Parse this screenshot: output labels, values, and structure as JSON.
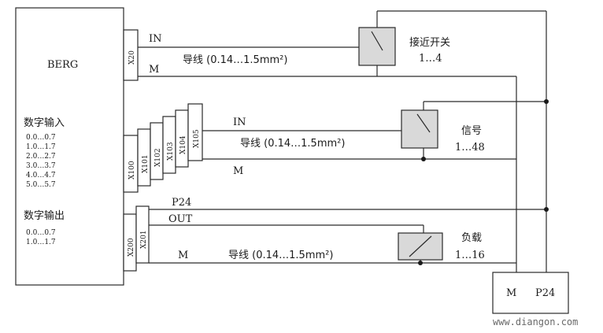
{
  "controller": {
    "name": "BERG",
    "digital_input_title": "数字输入",
    "digital_input_ranges": [
      "0.0…0.7",
      "1.0…1.7",
      "2.0…2.7",
      "3.0…3.7",
      "4.0…4.7",
      "5.0…5.7"
    ],
    "digital_output_title": "数字输出",
    "digital_output_ranges": [
      "0.0…0.7",
      "1.0…1.7"
    ]
  },
  "connectors": {
    "x20": "X20",
    "input_group": [
      "X100",
      "X101",
      "X102",
      "X103",
      "X104",
      "X105"
    ],
    "output_group": [
      "X200",
      "X201"
    ]
  },
  "wires": {
    "in_1": "IN",
    "m_1": "M",
    "wire_spec_1": "导线 (0.14…1.5mm²)",
    "in_2": "IN",
    "wire_spec_2": "导线 (0.14…1.5mm²)",
    "m_2": "M",
    "p24": "P24",
    "out": "OUT",
    "m_3": "M",
    "wire_spec_3": "导线 (0.14…1.5mm²)"
  },
  "devices": {
    "proximity_switch": {
      "label": "接近开关",
      "range": "1…4"
    },
    "signal": {
      "label": "信号",
      "range": "1…48"
    },
    "load": {
      "label": "负载",
      "range": "1…16"
    },
    "power_supply": {
      "m_label": "M",
      "p24_label": "P24"
    }
  },
  "watermark": "www.diangon.com"
}
